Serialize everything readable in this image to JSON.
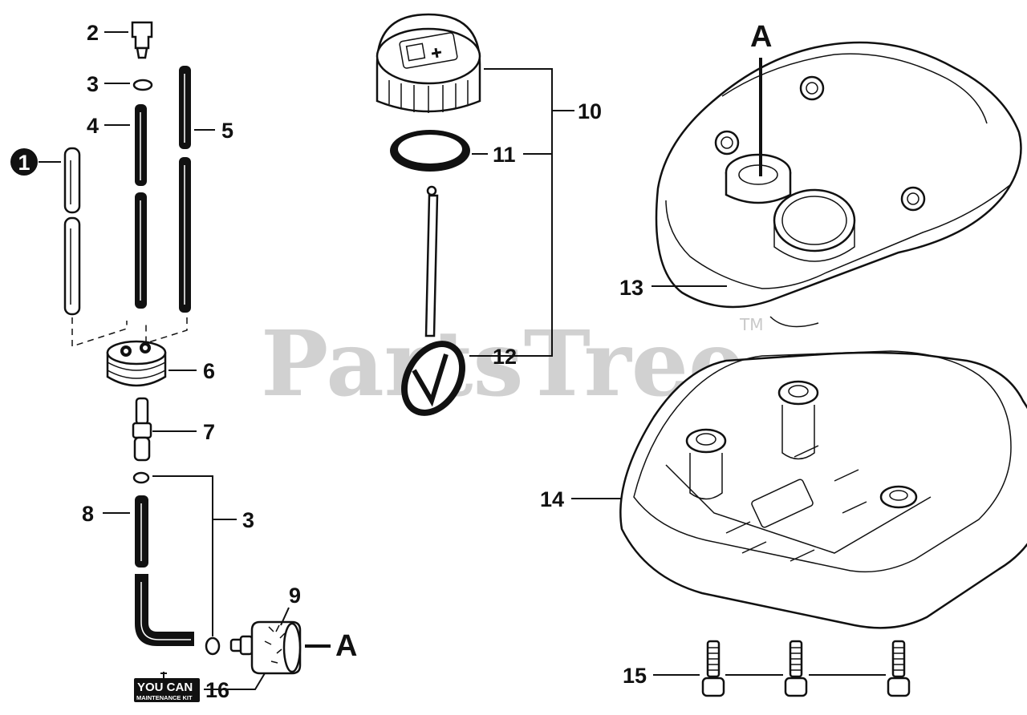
{
  "watermark": {
    "text": "PartsTree",
    "tm": "TM"
  },
  "callouts": {
    "c1": "1",
    "c2": "2",
    "c3a": "3",
    "c3b": "3",
    "c4": "4",
    "c5": "5",
    "c6": "6",
    "c7": "7",
    "c8": "8",
    "c9": "9",
    "c10": "10",
    "c11": "11",
    "c12": "12",
    "c13": "13",
    "c14": "14",
    "c15": "15",
    "c16": "16",
    "refA1": "A",
    "refA2": "A"
  },
  "kit_logo": {
    "brand": "YOU CAN",
    "subtitle": "MAINTENANCE KIT"
  },
  "colors": {
    "ink": "#111111",
    "watermark": "#c9c9c9",
    "background": "#ffffff"
  }
}
